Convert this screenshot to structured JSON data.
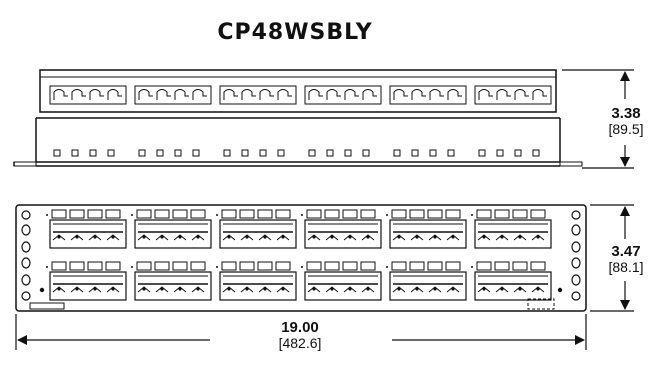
{
  "title": "CP48WSBLY",
  "dimensions": {
    "height_top": {
      "value": "3.38",
      "metric": "[89.5]"
    },
    "height_front": {
      "value": "3.47",
      "metric": "[88.1]"
    },
    "width": {
      "value": "19.00",
      "metric": "[482.6]"
    }
  },
  "panel": {
    "port_groups": 6,
    "ports_per_group_row": 4,
    "rows": 2
  }
}
